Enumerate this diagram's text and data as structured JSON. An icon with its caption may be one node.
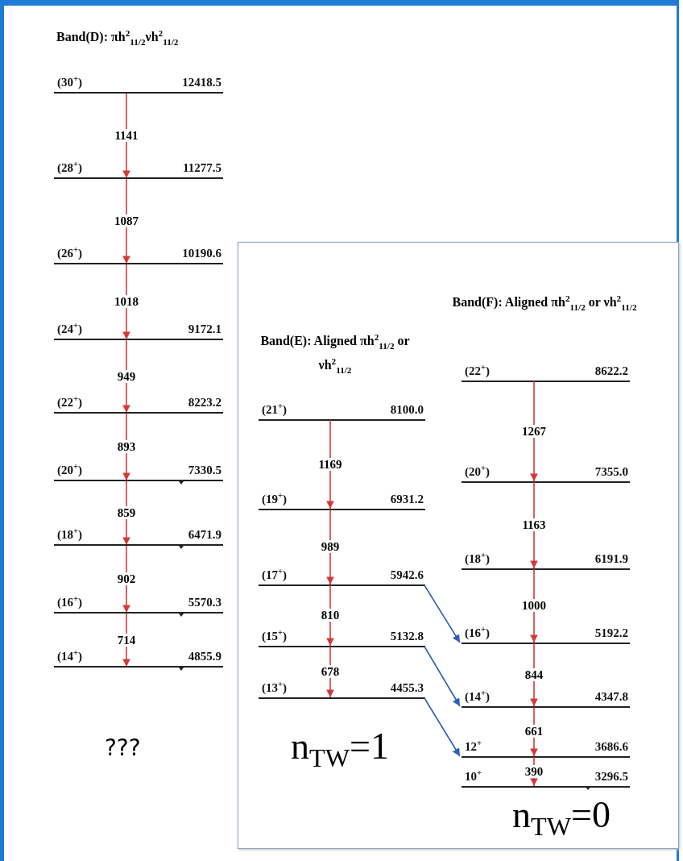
{
  "diagram": {
    "nodes": [
      {
        "text": [
          "(30$^{+}$)",
          "12418.5"
        ]
      },
      {
        "text": [
          "(28$^{+}$)",
          "11277.5"
        ]
      },
      {
        "text": [
          "(26$^{+}$)",
          "10190.6"
        ]
      },
      {
        "text": [
          "(24$^{+}$)",
          "9172.1"
        ]
      },
      {
        "text": [
          "(22$^{+}$)",
          "8223.2"
        ]
      },
      {
        "text": [
          "(20$^{+}$)",
          "7330.5"
        ]
      },
      {
        "text": [
          "(18$^{+}$)",
          "6471.9"
        ]
      },
      {
        "text": [
          "(16$^{+}$)",
          "5570.3"
        ]
      },
      {
        "text": [
          "(14$^{+}$)",
          "4855.9"
        ]
      },
      {
        "text": [
          "Band(E): Aligned πh$^{2}$$_{11/2}$ or νh$^{2}$$_{11/2}$",
          "Band(F): Aligned πh$^{2}$$_{11/2}$ or νh$^{2}$$_{11/2}$",
          "n$_{TW}$=1",
          "n$_{TW}$=0"
        ]
      },
      {
        "text": [
          "(21$^{+}$)",
          "8100.0"
        ],
        "in": 9
      },
      {
        "text": [
          "(19$^{+}$)",
          "6931.2"
        ],
        "in": 9
      },
      {
        "text": [
          "(17$^{+}$)",
          "5942.6"
        ],
        "in": 9
      },
      {
        "text": [
          "(15$^{+}$)",
          "5132.8"
        ],
        "in": 9
      },
      {
        "text": [
          "(13$^{+}$)",
          "4455.3"
        ],
        "in": 9
      },
      {
        "text": [
          "(22$^{+}$)",
          "8622.2"
        ],
        "in": 9
      },
      {
        "text": [
          "(20$^{+}$)",
          "7355.0"
        ],
        "in": 9
      },
      {
        "text": [
          "(18$^{+}$)",
          "6191.9"
        ],
        "in": 9
      },
      {
        "text": [
          "(16$^{+}$)",
          "5192.2"
        ],
        "in": 9
      },
      {
        "text": [
          "(14$^{+}$)",
          "4347.8"
        ],
        "in": 9
      },
      {
        "text": [
          "12$^{+}$",
          "3686.6"
        ],
        "in": 9
      },
      {
        "text": [
          "10$^{+}$",
          "3296.5"
        ],
        "in": 9
      }
    ],
    "edges": [
      {
        "from": 0,
        "to": 1,
        "arrow": "to",
        "label": "1141"
      },
      {
        "from": 1,
        "to": 2,
        "arrow": "to",
        "label": "1087"
      },
      {
        "from": 2,
        "to": 3,
        "arrow": "to",
        "label": "1018"
      },
      {
        "from": 3,
        "to": 4,
        "arrow": "to",
        "label": "949"
      },
      {
        "from": 4,
        "to": 5,
        "arrow": "to",
        "label": "893"
      },
      {
        "from": 5,
        "to": 6,
        "arrow": "to",
        "label": "859"
      },
      {
        "from": 6,
        "to": 7,
        "arrow": "to",
        "label": "902"
      },
      {
        "from": 7,
        "to": 8,
        "arrow": "to",
        "label": "714"
      },
      {
        "from": 10,
        "to": 11,
        "arrow": "to",
        "label": "1169"
      },
      {
        "from": 11,
        "to": 12,
        "arrow": "to",
        "label": "989"
      },
      {
        "from": 12,
        "to": 13,
        "arrow": "to",
        "label": "810"
      },
      {
        "from": 13,
        "to": 14,
        "arrow": "to",
        "label": "678"
      },
      {
        "from": 15,
        "to": 16,
        "arrow": "to",
        "label": "1267"
      },
      {
        "from": 16,
        "to": 17,
        "arrow": "to",
        "label": "1163"
      },
      {
        "from": 17,
        "to": 18,
        "arrow": "to",
        "label": "1000"
      },
      {
        "from": 18,
        "to": 19,
        "arrow": "to",
        "label": "844"
      },
      {
        "from": 19,
        "to": 20,
        "arrow": "to",
        "label": "661"
      },
      {
        "from": 20,
        "to": 21,
        "arrow": "to",
        "label": "390"
      },
      {
        "from": 12,
        "to": 18,
        "arrow": "to",
        "color": "#2f5fb3"
      },
      {
        "from": 13,
        "to": 19,
        "arrow": "to",
        "color": "#2f5fb3"
      },
      {
        "from": 14,
        "to": 20,
        "arrow": "to",
        "color": "#2f5fb3"
      }
    ],
    "labels": [
      "Band(D): πh$^{2}$$_{11/2}$νh$^{2}$$_{11/2}$",
      "???"
    ]
  }
}
